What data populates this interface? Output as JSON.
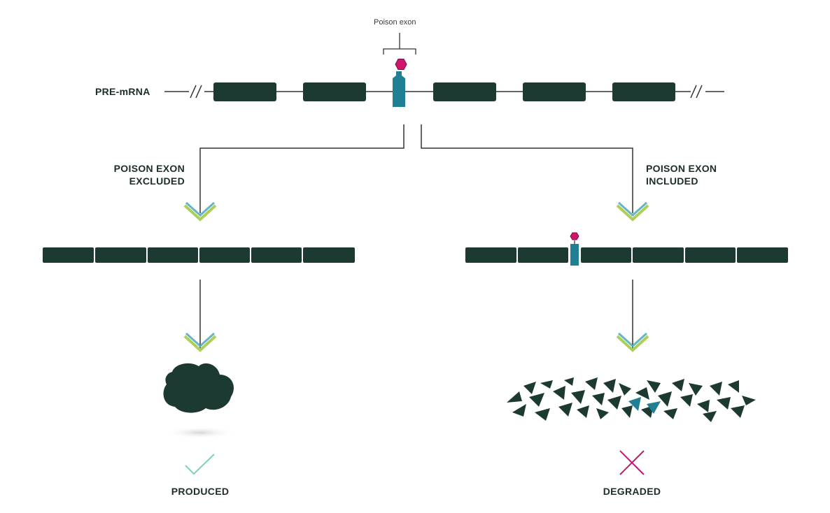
{
  "labels": {
    "poison_exon": "Poison exon",
    "pre_mrna": "PRE-mRNA",
    "excluded_line1": "POISON EXON",
    "excluded_line2": "EXCLUDED",
    "included_line1": "POISON EXON",
    "included_line2": "INCLUDED",
    "produced": "PRODUCED",
    "degraded": "DEGRADED"
  },
  "icons": {
    "produced_mark": "check-icon",
    "degraded_mark": "cross-icon"
  },
  "colors": {
    "exon": "#1c3a32",
    "poison_exon": "#1f7f94",
    "stop_marker": "#d0156e",
    "line": "#333333",
    "chevron_green": "#9fc63b",
    "chevron_teal": "#4aa8b8",
    "check": "#7fd0b4",
    "cross": "#c2186f"
  }
}
